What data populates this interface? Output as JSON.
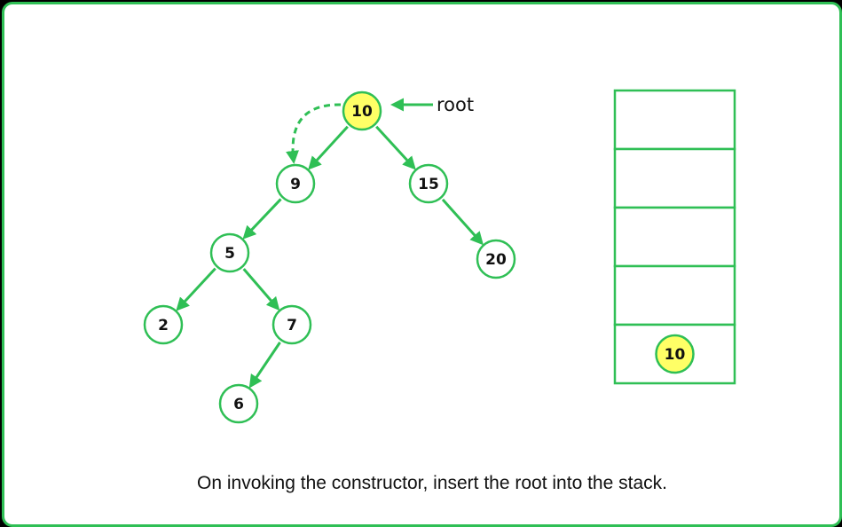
{
  "colors": {
    "accent": "#2fbf55",
    "highlight": "#ffff66"
  },
  "tree": {
    "nodes": [
      {
        "id": "n10",
        "label": "10",
        "highlight": true
      },
      {
        "id": "n9",
        "label": "9",
        "highlight": false
      },
      {
        "id": "n15",
        "label": "15",
        "highlight": false
      },
      {
        "id": "n5",
        "label": "5",
        "highlight": false
      },
      {
        "id": "n20",
        "label": "20",
        "highlight": false
      },
      {
        "id": "n2",
        "label": "2",
        "highlight": false
      },
      {
        "id": "n7",
        "label": "7",
        "highlight": false
      },
      {
        "id": "n6",
        "label": "6",
        "highlight": false
      }
    ],
    "edges": [
      {
        "from": "n10",
        "to": "n9"
      },
      {
        "from": "n10",
        "to": "n15"
      },
      {
        "from": "n9",
        "to": "n5"
      },
      {
        "from": "n15",
        "to": "n20"
      },
      {
        "from": "n5",
        "to": "n2"
      },
      {
        "from": "n5",
        "to": "n7"
      },
      {
        "from": "n7",
        "to": "n6"
      }
    ],
    "traversal_hint": {
      "from": "n10",
      "to": "n9",
      "style": "dashed"
    },
    "root_pointer": {
      "label": "root",
      "target": "n10"
    }
  },
  "stack": {
    "cells": [
      "",
      "",
      "",
      "",
      "10"
    ],
    "top_index": 4,
    "highlight_value": true
  },
  "caption": "On invoking the constructor, insert the root into the stack."
}
